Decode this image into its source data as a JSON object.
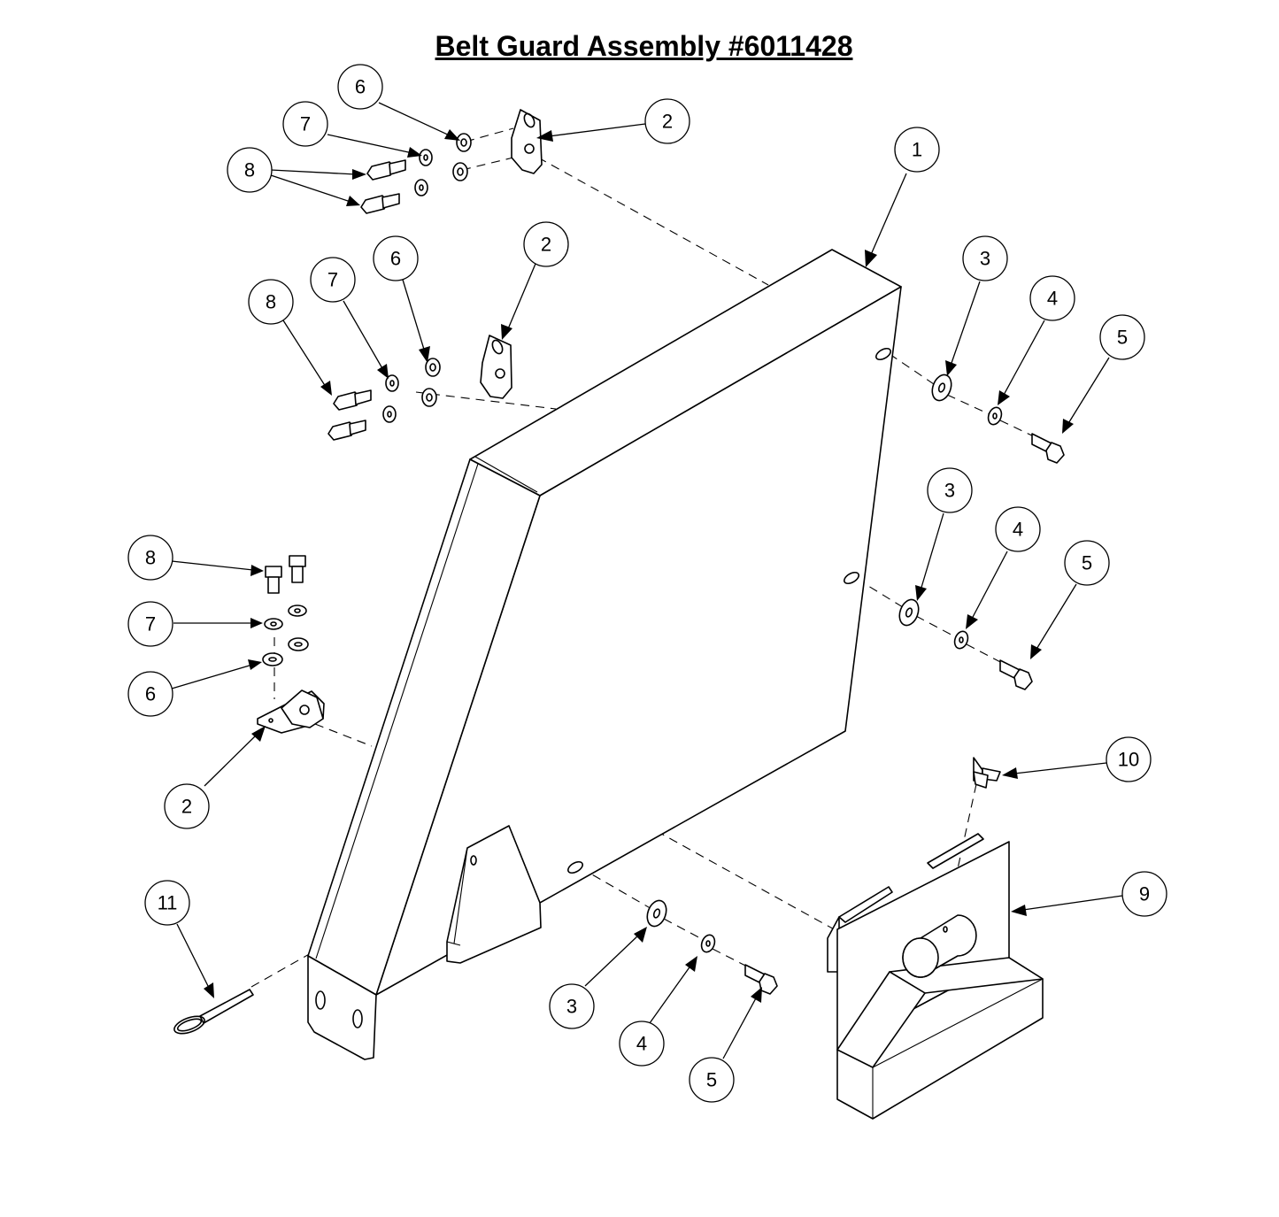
{
  "title": "Belt Guard Assembly #6011428",
  "callouts": [
    {
      "id": "c-1",
      "label": "1"
    },
    {
      "id": "c-2a",
      "label": "2"
    },
    {
      "id": "c-2b",
      "label": "2"
    },
    {
      "id": "c-2c",
      "label": "2"
    },
    {
      "id": "c-3a",
      "label": "3"
    },
    {
      "id": "c-3b",
      "label": "3"
    },
    {
      "id": "c-3c",
      "label": "3"
    },
    {
      "id": "c-4a",
      "label": "4"
    },
    {
      "id": "c-4b",
      "label": "4"
    },
    {
      "id": "c-4c",
      "label": "4"
    },
    {
      "id": "c-5a",
      "label": "5"
    },
    {
      "id": "c-5b",
      "label": "5"
    },
    {
      "id": "c-5c",
      "label": "5"
    },
    {
      "id": "c-6a",
      "label": "6"
    },
    {
      "id": "c-6b",
      "label": "6"
    },
    {
      "id": "c-6c",
      "label": "6"
    },
    {
      "id": "c-7a",
      "label": "7"
    },
    {
      "id": "c-7b",
      "label": "7"
    },
    {
      "id": "c-7c",
      "label": "7"
    },
    {
      "id": "c-8a",
      "label": "8"
    },
    {
      "id": "c-8b",
      "label": "8"
    },
    {
      "id": "c-8c",
      "label": "8"
    },
    {
      "id": "c-9",
      "label": "9"
    },
    {
      "id": "c-10",
      "label": "10"
    },
    {
      "id": "c-11",
      "label": "11"
    }
  ]
}
